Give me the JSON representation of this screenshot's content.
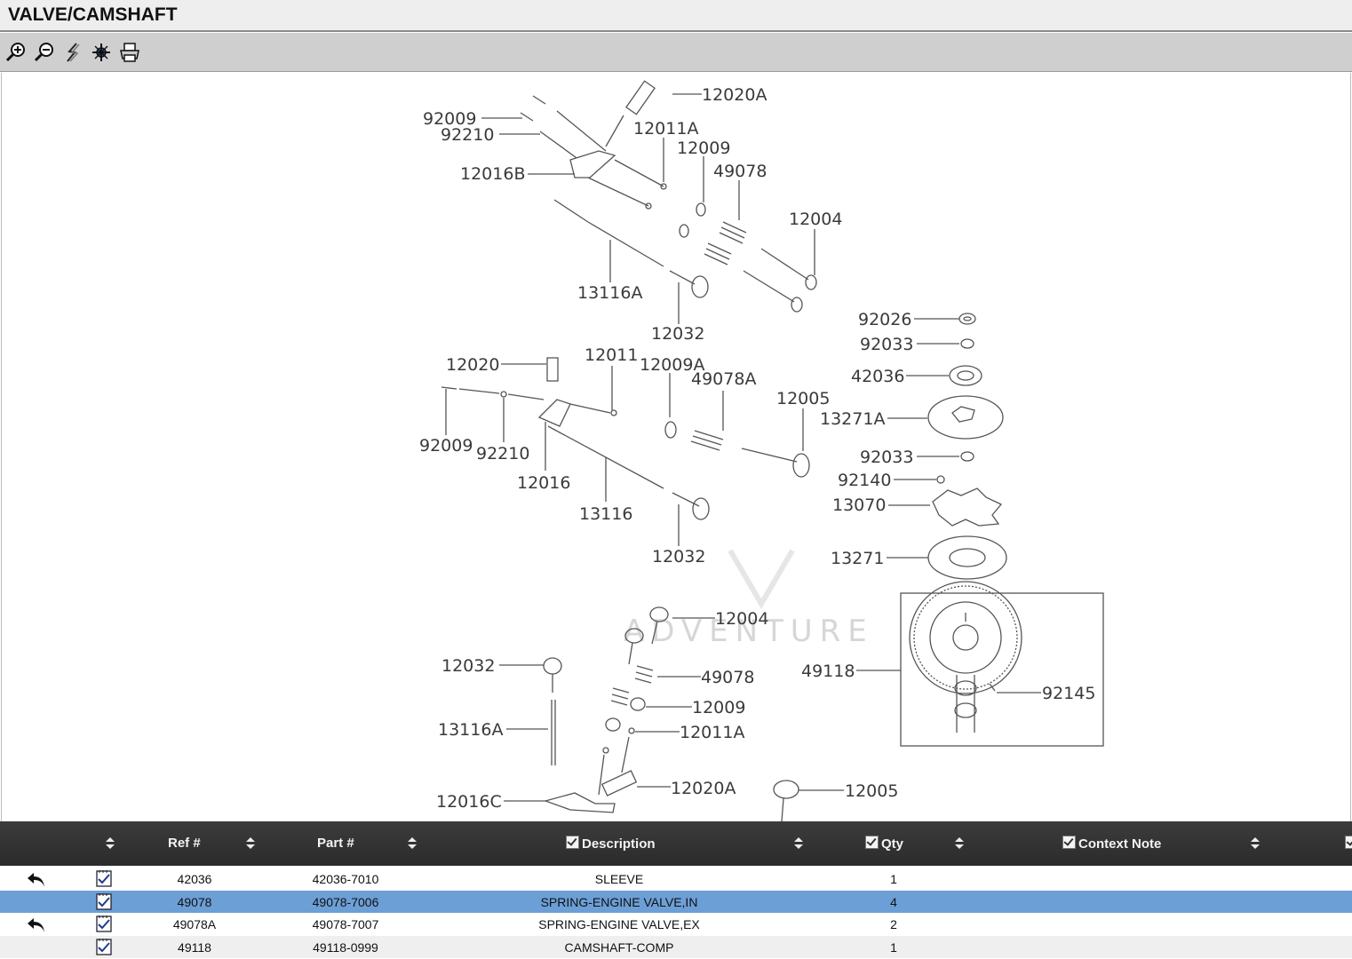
{
  "title": "VALVE/CAMSHAFT",
  "toolbar": {
    "buttons": [
      {
        "name": "zoom-in-icon"
      },
      {
        "name": "zoom-out-icon"
      },
      {
        "name": "lightning-icon"
      },
      {
        "name": "hotspot-icon"
      },
      {
        "name": "print-icon"
      }
    ]
  },
  "diagram": {
    "watermark": "ADVENTURE",
    "callouts": {
      "c1": "12020A",
      "c2": "92009",
      "c3": "92210",
      "c4": "12011A",
      "c5": "12009",
      "c6": "12016B",
      "c7": "49078",
      "c8": "12004",
      "c9": "13116A",
      "c10": "12032",
      "c11": "92026",
      "c12": "92033",
      "c13": "12020",
      "c14": "12011",
      "c15": "12009A",
      "c16": "49078A",
      "c17": "42036",
      "c18": "12005",
      "c19": "13271A",
      "c20": "92009",
      "c21": "92210",
      "c22": "92033",
      "c23": "12016",
      "c24": "92140",
      "c25": "13116",
      "c26": "13070",
      "c27": "12032",
      "c28": "13271",
      "c29": "12004",
      "c30": "49118",
      "c31": "12032",
      "c32": "49078",
      "c33": "92145",
      "c34": "12009",
      "c35": "13116A",
      "c36": "12011A",
      "c37": "12020A",
      "c38": "12016C",
      "c39": "12005"
    }
  },
  "grid": {
    "headers": {
      "ref": "Ref #",
      "part": "Part #",
      "description": "Description",
      "qty": "Qty",
      "context": "Context Note"
    },
    "rows": [
      {
        "ref": "42036",
        "part": "42036-7010",
        "description": "SLEEVE",
        "qty": "1",
        "back": true,
        "selected": false
      },
      {
        "ref": "49078",
        "part": "49078-7006",
        "description": "SPRING-ENGINE VALVE,IN",
        "qty": "4",
        "back": false,
        "selected": true
      },
      {
        "ref": "49078A",
        "part": "49078-7007",
        "description": "SPRING-ENGINE VALVE,EX",
        "qty": "2",
        "back": true,
        "selected": false
      },
      {
        "ref": "49118",
        "part": "49118-0999",
        "description": "CAMSHAFT-COMP",
        "qty": "1",
        "back": false,
        "selected": false
      }
    ]
  },
  "colors": {
    "header_bg": "#2f2f2f",
    "selected_row": "#6c9fd6",
    "toolbar_bg": "#cfcfcf"
  }
}
